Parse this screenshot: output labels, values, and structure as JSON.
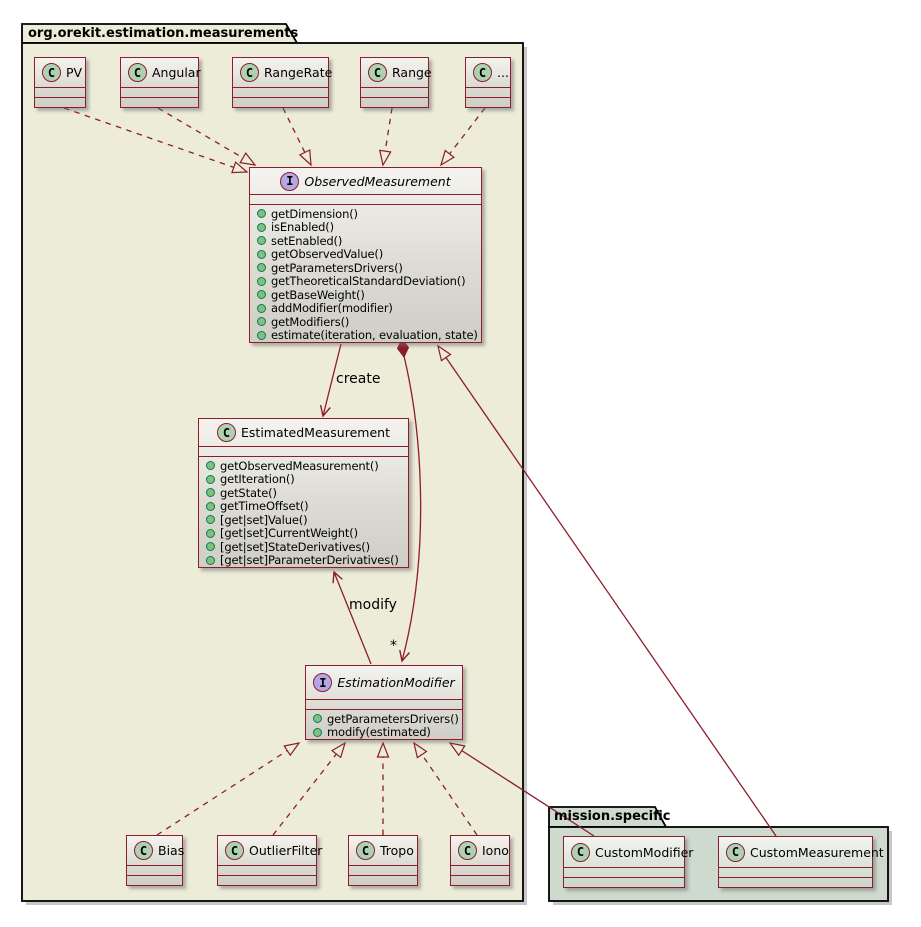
{
  "diagram_type": "uml-class-diagram",
  "packages": {
    "orekit": {
      "name": "org.orekit.estimation.measurements",
      "fill": "#ececd8"
    },
    "mission": {
      "name": "mission.specific",
      "fill": "#cedacd"
    }
  },
  "icons": {
    "class_letter": "C",
    "interface_letter": "I"
  },
  "colors": {
    "line": "#8c1d2c",
    "class_icon_fill": "#ADD1B2",
    "interface_icon_fill": "#B4A7E5",
    "method_dot_fill": "#84BE84",
    "method_dot_border": "#038048",
    "package_border": "#000000"
  },
  "classes": {
    "pv": {
      "name": "PV"
    },
    "angular": {
      "name": "Angular"
    },
    "rangeRate": {
      "name": "RangeRate"
    },
    "range": {
      "name": "Range"
    },
    "ellipsis": {
      "name": "..."
    },
    "observedMeasurement": {
      "name": "ObservedMeasurement",
      "kind": "interface",
      "methods": [
        "getDimension()",
        "isEnabled()",
        "setEnabled()",
        "getObservedValue()",
        "getParametersDrivers()",
        "getTheoreticalStandardDeviation()",
        "getBaseWeight()",
        "addModifier(modifier)",
        "getModifiers()",
        "estimate(iteration, evaluation, state)"
      ]
    },
    "estimatedMeasurement": {
      "name": "EstimatedMeasurement",
      "kind": "class",
      "methods": [
        "getObservedMeasurement()",
        "getIteration()",
        "getState()",
        "getTimeOffset()",
        "[get|set]Value()",
        "[get|set]CurrentWeight()",
        "[get|set]StateDerivatives()",
        "[get|set]ParameterDerivatives()"
      ]
    },
    "estimationModifier": {
      "name": "EstimationModifier",
      "kind": "interface",
      "methods": [
        "getParametersDrivers()",
        "modify(estimated)"
      ]
    },
    "bias": {
      "name": "Bias"
    },
    "outlierFilter": {
      "name": "OutlierFilter"
    },
    "tropo": {
      "name": "Tropo"
    },
    "iono": {
      "name": "Iono"
    },
    "customModifier": {
      "name": "CustomModifier"
    },
    "customMeasurement": {
      "name": "CustomMeasurement"
    }
  },
  "labels": {
    "create": "create",
    "modify": "modify",
    "multiplicity": "*"
  },
  "relations": [
    {
      "from": "PV",
      "to": "ObservedMeasurement",
      "type": "realization-dashed"
    },
    {
      "from": "Angular",
      "to": "ObservedMeasurement",
      "type": "realization-dashed"
    },
    {
      "from": "RangeRate",
      "to": "ObservedMeasurement",
      "type": "realization-dashed"
    },
    {
      "from": "Range",
      "to": "ObservedMeasurement",
      "type": "realization-dashed"
    },
    {
      "from": "...",
      "to": "ObservedMeasurement",
      "type": "realization-dashed"
    },
    {
      "from": "ObservedMeasurement",
      "to": "EstimatedMeasurement",
      "type": "arrow",
      "label": "create"
    },
    {
      "from": "EstimationModifier",
      "to": "EstimatedMeasurement",
      "type": "arrow",
      "label": "modify"
    },
    {
      "from": "ObservedMeasurement",
      "to": "EstimationModifier",
      "type": "composition-arrow",
      "label": "*"
    },
    {
      "from": "Bias",
      "to": "EstimationModifier",
      "type": "realization-dashed"
    },
    {
      "from": "OutlierFilter",
      "to": "EstimationModifier",
      "type": "realization-dashed"
    },
    {
      "from": "Tropo",
      "to": "EstimationModifier",
      "type": "realization-dashed"
    },
    {
      "from": "Iono",
      "to": "EstimationModifier",
      "type": "realization-dashed"
    },
    {
      "from": "CustomModifier",
      "to": "EstimationModifier",
      "type": "generalization-solid"
    },
    {
      "from": "CustomMeasurement",
      "to": "ObservedMeasurement",
      "type": "generalization-solid"
    }
  ]
}
